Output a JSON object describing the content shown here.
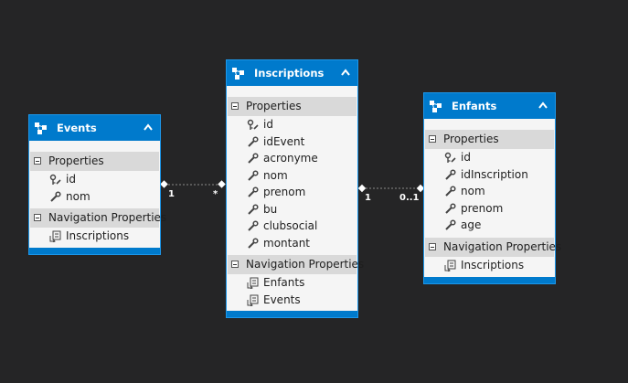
{
  "entities": {
    "events": {
      "title": "Events",
      "sections": {
        "properties": {
          "label": "Properties",
          "items": [
            {
              "name": "id",
              "icon": "key-wrench-icon"
            },
            {
              "name": "nom",
              "icon": "wrench-icon"
            }
          ]
        },
        "navigation": {
          "label": "Navigation Properties",
          "items": [
            {
              "name": "Inscriptions",
              "icon": "navigation-property-icon"
            }
          ]
        }
      }
    },
    "inscriptions": {
      "title": "Inscriptions",
      "sections": {
        "properties": {
          "label": "Properties",
          "items": [
            {
              "name": "id",
              "icon": "key-wrench-icon"
            },
            {
              "name": "idEvent",
              "icon": "wrench-icon"
            },
            {
              "name": "acronyme",
              "icon": "wrench-icon"
            },
            {
              "name": "nom",
              "icon": "wrench-icon"
            },
            {
              "name": "prenom",
              "icon": "wrench-icon"
            },
            {
              "name": "bu",
              "icon": "wrench-icon"
            },
            {
              "name": "clubsocial",
              "icon": "wrench-icon"
            },
            {
              "name": "montant",
              "icon": "wrench-icon"
            }
          ]
        },
        "navigation": {
          "label": "Navigation Properties",
          "items": [
            {
              "name": "Enfants",
              "icon": "navigation-property-icon"
            },
            {
              "name": "Events",
              "icon": "navigation-property-icon"
            }
          ]
        }
      }
    },
    "enfants": {
      "title": "Enfants",
      "sections": {
        "properties": {
          "label": "Properties",
          "items": [
            {
              "name": "id",
              "icon": "key-wrench-icon"
            },
            {
              "name": "idInscription",
              "icon": "wrench-icon"
            },
            {
              "name": "nom",
              "icon": "wrench-icon"
            },
            {
              "name": "prenom",
              "icon": "wrench-icon"
            },
            {
              "name": "age",
              "icon": "wrench-icon"
            }
          ]
        },
        "navigation": {
          "label": "Navigation Properties",
          "items": [
            {
              "name": "Inscriptions",
              "icon": "navigation-property-icon"
            }
          ]
        }
      }
    }
  },
  "associations": [
    {
      "from": "Events",
      "to": "Inscriptions",
      "from_multiplicity": "1",
      "to_multiplicity": "*"
    },
    {
      "from": "Inscriptions",
      "to": "Enfants",
      "from_multiplicity": "1",
      "to_multiplicity": "0..1"
    }
  ],
  "colors": {
    "canvas": "#252526",
    "header": "#007acc",
    "border": "#1c97ea",
    "section": "#d9d9d9",
    "body": "#f5f5f5"
  }
}
